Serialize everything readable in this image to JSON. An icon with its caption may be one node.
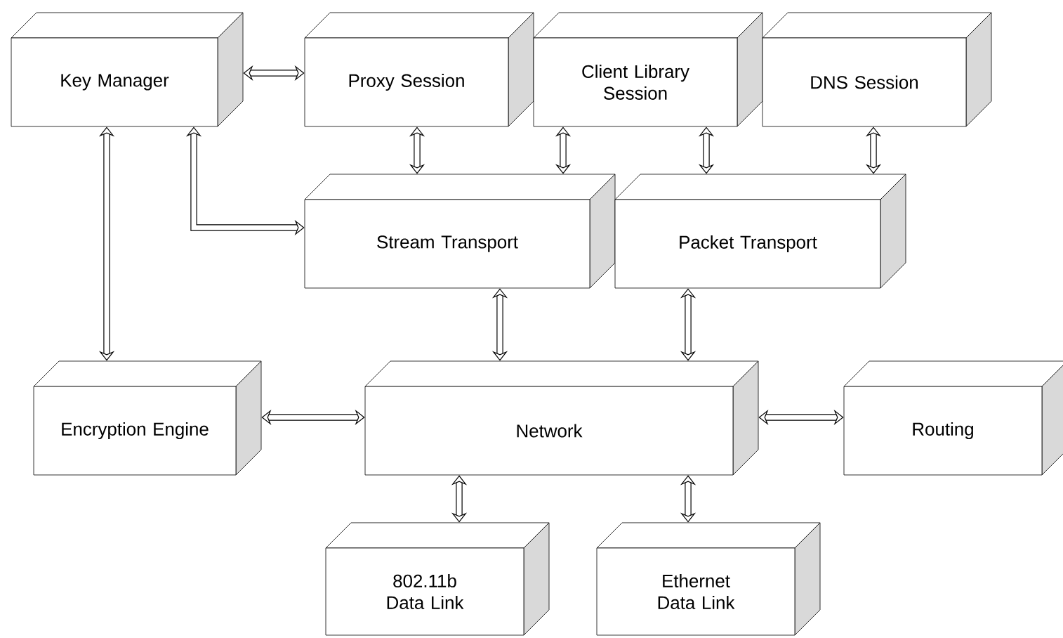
{
  "diagram": {
    "nodes": [
      {
        "text": [
          "Key Manager"
        ]
      },
      {
        "text": [
          "Proxy Session"
        ]
      },
      {
        "text": [
          "Client Library Session"
        ]
      },
      {
        "text": [
          "DNS Session"
        ]
      },
      {
        "text": [
          "Stream Transport"
        ]
      },
      {
        "text": [
          "Packet Transport"
        ]
      },
      {
        "text": [
          "Encryption Engine"
        ]
      },
      {
        "text": [
          "Network"
        ]
      },
      {
        "text": [
          "Routing"
        ]
      },
      {
        "text": [
          "802.11b Data Link"
        ]
      },
      {
        "text": [
          "Ethernet Data Link"
        ]
      }
    ],
    "edges": [
      {
        "from": 0,
        "to": 1,
        "arrow": "both"
      },
      {
        "from": 0,
        "to": 6,
        "arrow": "both"
      },
      {
        "from": 0,
        "to": 4,
        "arrow": "both"
      },
      {
        "from": 1,
        "to": 4,
        "arrow": "both"
      },
      {
        "from": 2,
        "to": 4,
        "arrow": "both"
      },
      {
        "from": 2,
        "to": 5,
        "arrow": "both"
      },
      {
        "from": 3,
        "to": 5,
        "arrow": "both"
      },
      {
        "from": 4,
        "to": 7,
        "arrow": "both"
      },
      {
        "from": 5,
        "to": 7,
        "arrow": "both"
      },
      {
        "from": 6,
        "to": 7,
        "arrow": "both"
      },
      {
        "from": 7,
        "to": 8,
        "arrow": "both"
      },
      {
        "from": 7,
        "to": 9,
        "arrow": "both"
      },
      {
        "from": 7,
        "to": 10,
        "arrow": "both"
      }
    ]
  }
}
